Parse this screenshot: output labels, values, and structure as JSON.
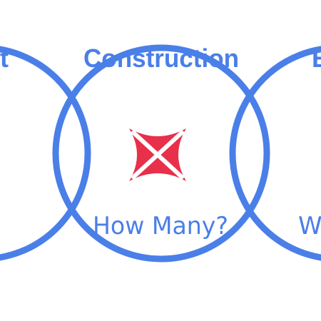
{
  "colors": {
    "ring": "#4a7fe8",
    "text": "#4a7fe8",
    "logo": "#e8304a",
    "background": "#ffffff"
  },
  "circles": {
    "left": {
      "heading": "nt",
      "question": ""
    },
    "center": {
      "heading": "Construction",
      "question": "How Many?"
    },
    "right": {
      "heading": "E",
      "question": "W"
    }
  },
  "logo": {
    "icon": "four-point-star-x-icon"
  }
}
